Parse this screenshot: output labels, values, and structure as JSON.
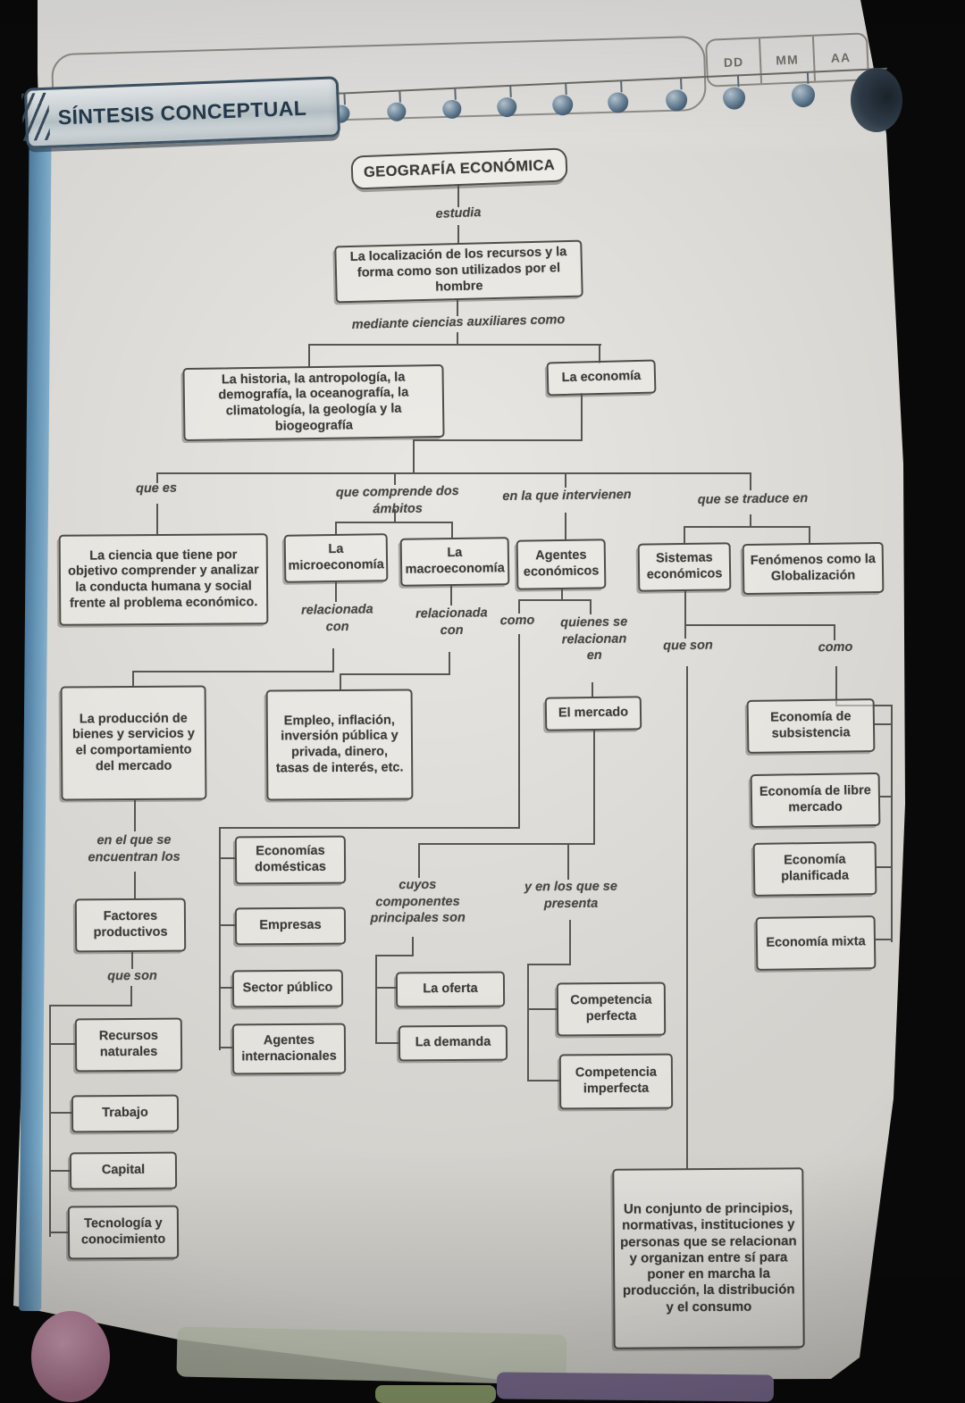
{
  "banner": {
    "title": "SÍNTESIS CONCEPTUAL"
  },
  "date_fields": {
    "dd": "DD",
    "mm": "MM",
    "aa": "AA"
  },
  "map": {
    "title": "GEOGRAFÍA ECONÓMICA",
    "labels": {
      "estudia": "estudia",
      "mediante": "mediante ciencias auxiliares como",
      "que_es": "que es",
      "comprende": "que comprende dos ámbitos",
      "intervienen": "en la que intervienen",
      "traduce": "que se traduce en",
      "relacionada1": "relacionada con",
      "relacionada2": "relacionada con",
      "como_agentes": "como",
      "quienes": "quienes se relacionan en",
      "que_son_sistemas": "que son",
      "como_sistemas": "como",
      "en_el_que": "en el que se encuentran los",
      "que_son_factores": "que son",
      "cuyos": "cuyos componentes principales son",
      "presenta": "y en los que se presenta"
    },
    "nodes": {
      "localizacion": "La localización de los recursos y la forma como son utilizados por el hombre",
      "ciencias": "La historia, la antropología, la demografía, la oceanografía, la climatología, la geología y la biogeografía",
      "economia": "La economía",
      "objetivo": "La ciencia que tiene por objetivo comprender y analizar la conducta humana y social frente al problema económico.",
      "micro": "La microeconomía",
      "macro": "La macroeconomía",
      "agentes": "Agentes económicos",
      "sistemas": "Sistemas económicos",
      "fenomenos": "Fenómenos como la Globalización",
      "produccion": "La producción de bienes y servicios y el comportamiento del mercado",
      "empleo": "Empleo, inflación, inversión pública y privada, dinero, tasas de interés, etc.",
      "mercado": "El mercado",
      "eco_subsistencia": "Economía de subsistencia",
      "eco_libre": "Economía de libre mercado",
      "eco_planificada": "Economía planificada",
      "eco_mixta": "Economía mixta",
      "factores": "Factores productivos",
      "eco_domesticas": "Economías domésticas",
      "empresas": "Empresas",
      "sector_publico": "Sector público",
      "agentes_int": "Agentes internacionales",
      "oferta": "La oferta",
      "demanda": "La demanda",
      "comp_perfecta": "Competencia perfecta",
      "comp_imperfecta": "Competencia imperfecta",
      "recursos": "Recursos naturales",
      "trabajo": "Trabajo",
      "capital": "Capital",
      "tecnologia": "Tecnología y conocimiento",
      "definicion": "Un conjunto de principios, normativas, instituciones y personas que se relacionan y organizan entre sí para poner en marcha la producción, la distribución y el consumo"
    }
  }
}
